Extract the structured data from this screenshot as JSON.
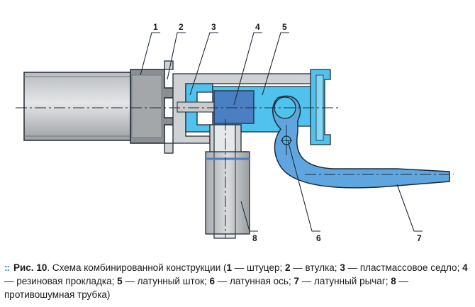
{
  "figure": {
    "callouts": [
      "1",
      "2",
      "3",
      "4",
      "5",
      "6",
      "7",
      "8"
    ]
  },
  "caption": {
    "marker": "::",
    "prefix": "Рис. 10",
    "title": ". Схема комбинированной конструкции (",
    "items": [
      {
        "num": "1",
        "text": " — штуцер; "
      },
      {
        "num": "2",
        "text": " — втулка; "
      },
      {
        "num": "3",
        "text": " — пластмассовое седло; "
      },
      {
        "num": "4",
        "text": " — резиновая прокладка; "
      },
      {
        "num": "5",
        "text": " — латунный шток; "
      },
      {
        "num": "6",
        "text": " — латунная ось; "
      },
      {
        "num": "7",
        "text": " — латунный рычаг; "
      },
      {
        "num": "8",
        "text": " — противошумная трубка)"
      }
    ]
  },
  "colors": {
    "gray_dark": "#8c8f92",
    "gray_mid": "#a9acaf",
    "gray_light": "#cfd1d3",
    "blue_light": "#4fc3ee",
    "blue_dark": "#4a7fc4",
    "blue_lever": "#5fa6e0",
    "outline": "#1e2a36"
  }
}
